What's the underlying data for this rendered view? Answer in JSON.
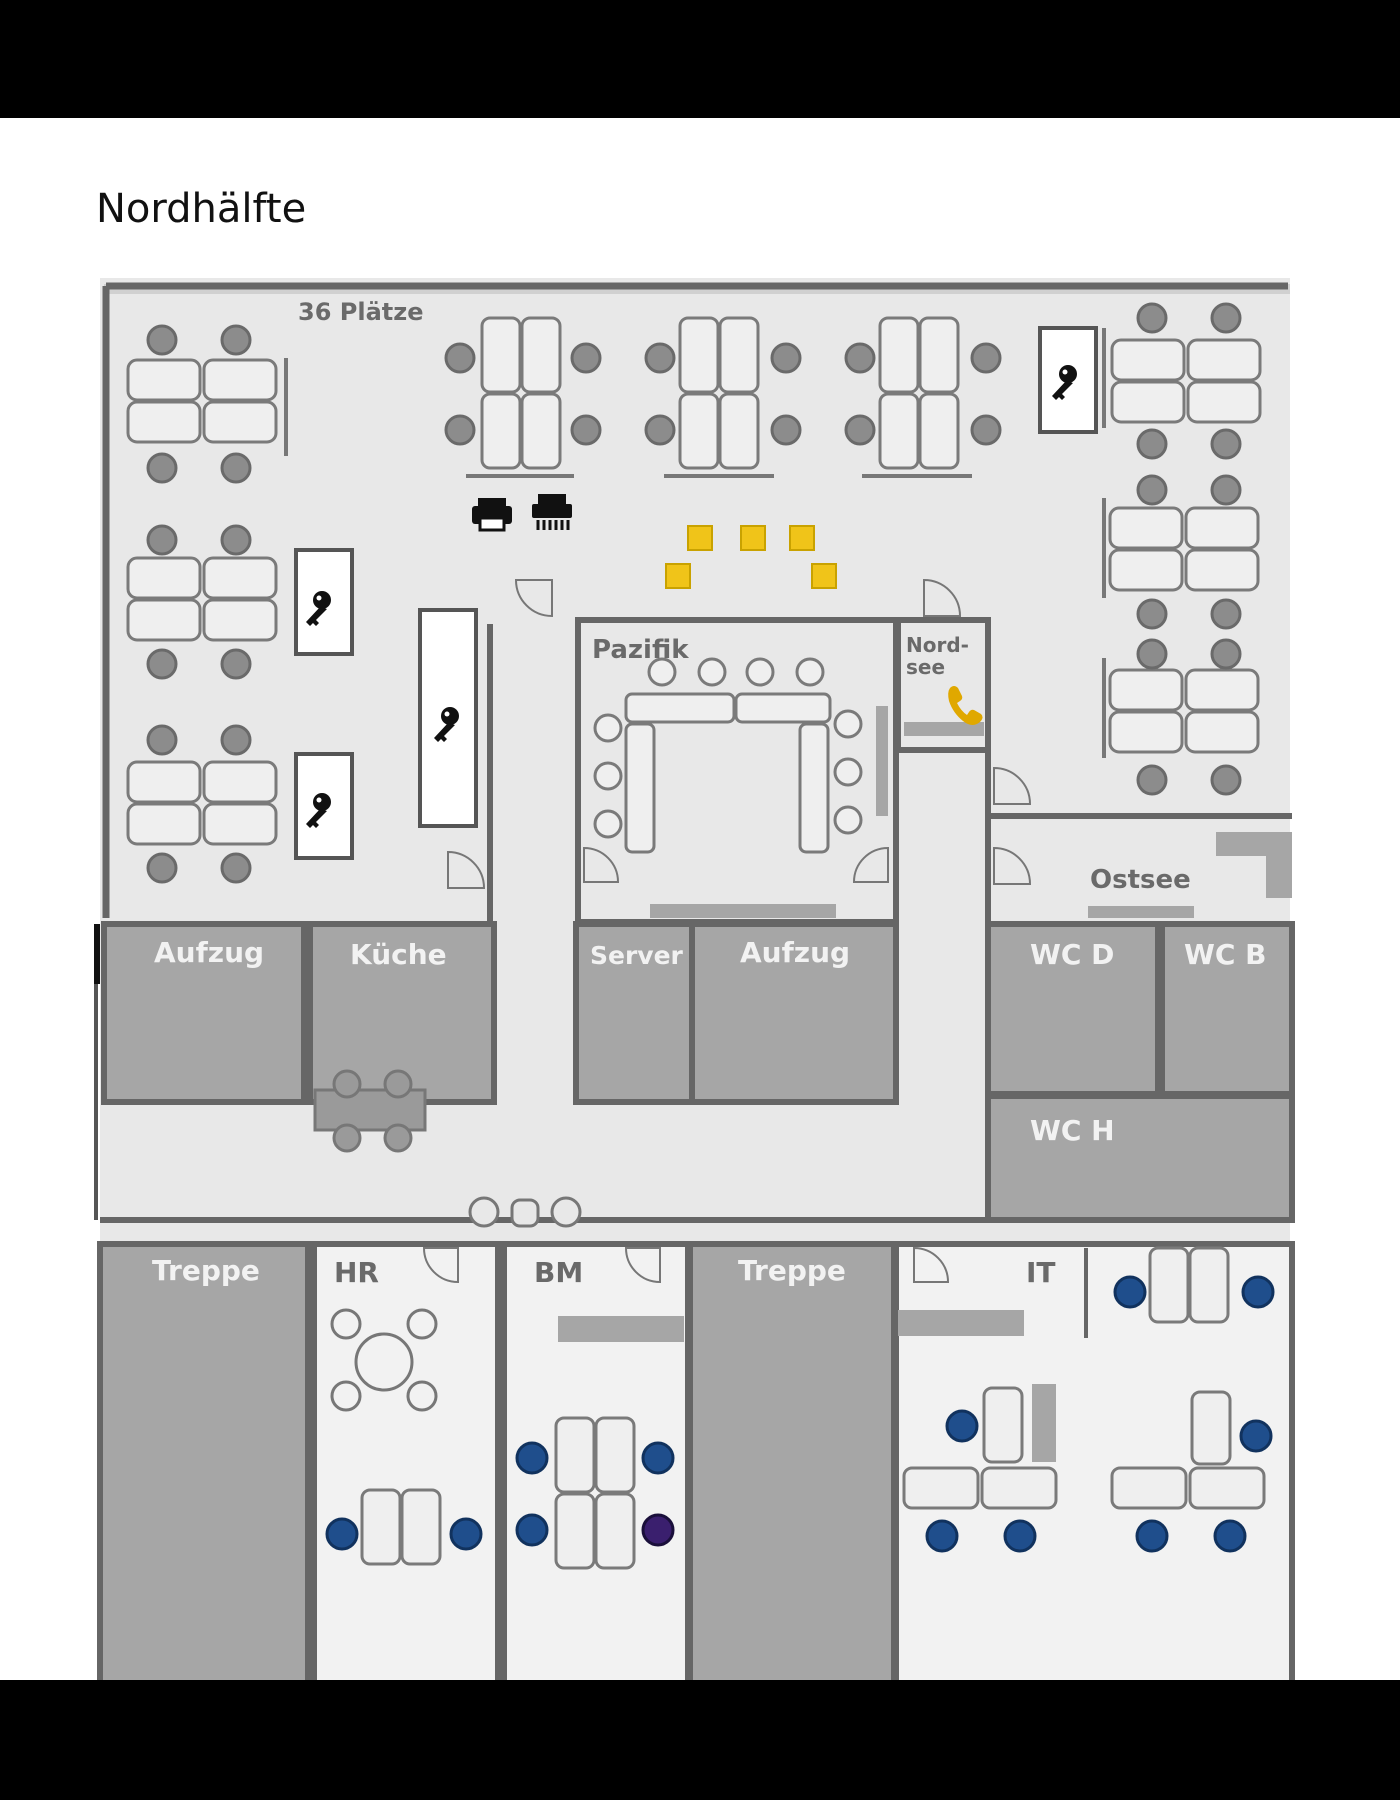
{
  "page_title": "Nordhälfte",
  "floor_plan": {
    "capacity_label": "36 Plätze",
    "rooms": {
      "pazifik": "Pazifik",
      "nordsee": "Nord-\nsee",
      "ostsee": "Ostsee",
      "aufzug_left": "Aufzug",
      "kueche": "Küche",
      "server": "Server",
      "aufzug_center": "Aufzug",
      "wc_d": "WC D",
      "wc_b": "WC B",
      "wc_h": "WC H",
      "treppe_left": "Treppe",
      "hr": "HR",
      "bm": "BM",
      "treppe_center": "Treppe",
      "it": "IT"
    },
    "colors": {
      "floor": "#e8e8e8",
      "wall": "#666666",
      "service_room": "#a6a6a6",
      "desk_fill": "#efefef",
      "seat_gray": "#8c8c8c",
      "seat_blue": "#1f4e8c",
      "focus_marker": "#f0c419",
      "phone": "#e0a800"
    },
    "icons": {
      "key": "key-icon",
      "printer": "printer-icon",
      "shredder": "shredder-icon",
      "phone": "phone-icon"
    }
  }
}
